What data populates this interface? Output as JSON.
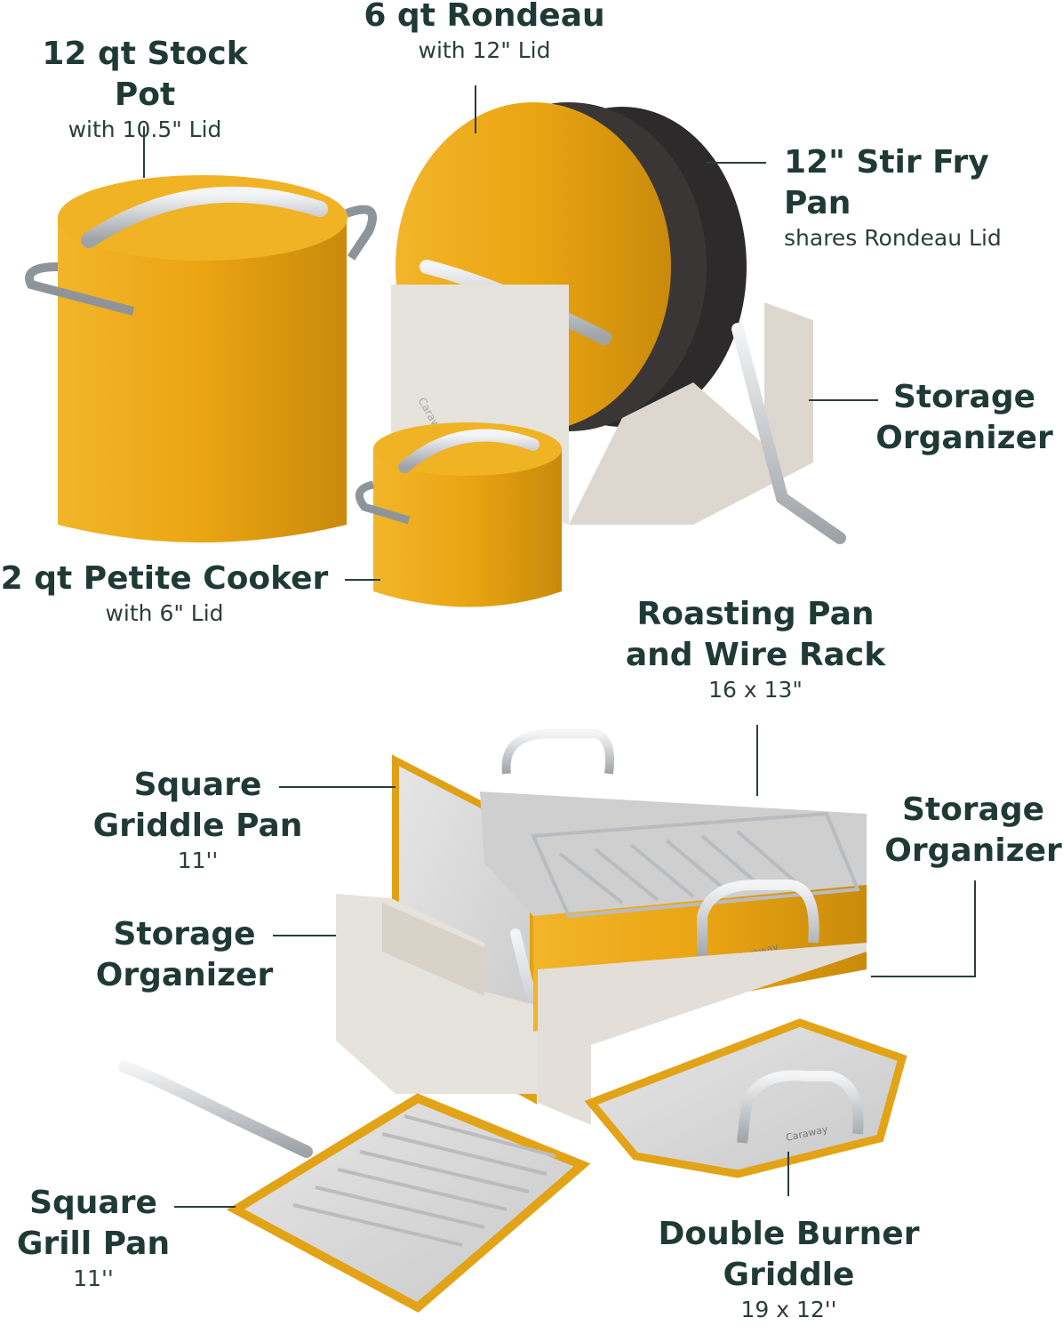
{
  "labels": {
    "stock_pot": {
      "title": "12 qt Stock Pot",
      "sub": "with 10.5\" Lid"
    },
    "rondeau": {
      "title": "6 qt Rondeau",
      "sub": "with 12\" Lid"
    },
    "stir_fry": {
      "title": "12\" Stir Fry Pan",
      "sub": "shares Rondeau Lid"
    },
    "storage_top": {
      "line1": "Storage",
      "line2": "Organizer"
    },
    "petite_cooker": {
      "title": "2 qt Petite Cooker",
      "sub": "with 6\" Lid"
    },
    "roasting_pan": {
      "line1": "Roasting Pan",
      "line2": "and Wire Rack",
      "sub": "16 x 13\""
    },
    "square_griddle": {
      "line1": "Square",
      "line2": "Griddle Pan",
      "sub": "11''"
    },
    "storage_right": {
      "line1": "Storage",
      "line2": "Organizer"
    },
    "storage_left": {
      "line1": "Storage",
      "line2": "Organizer"
    },
    "grill_pan": {
      "line1": "Square",
      "line2": "Grill Pan",
      "sub": "11''"
    },
    "double_burner": {
      "line1": "Double Burner",
      "line2": "Griddle",
      "sub": "19 x 12''"
    }
  },
  "brand_marks": {
    "organizer": "Caraway",
    "handle": "Caraway"
  },
  "colors": {
    "pan_yellow": "#e8a514",
    "pan_shadow": "#c98a0c",
    "ceramic": "#dcdcdc",
    "steel": "#c9cdd1",
    "organizer": "#e8e4de",
    "text": "#1f3a34"
  }
}
